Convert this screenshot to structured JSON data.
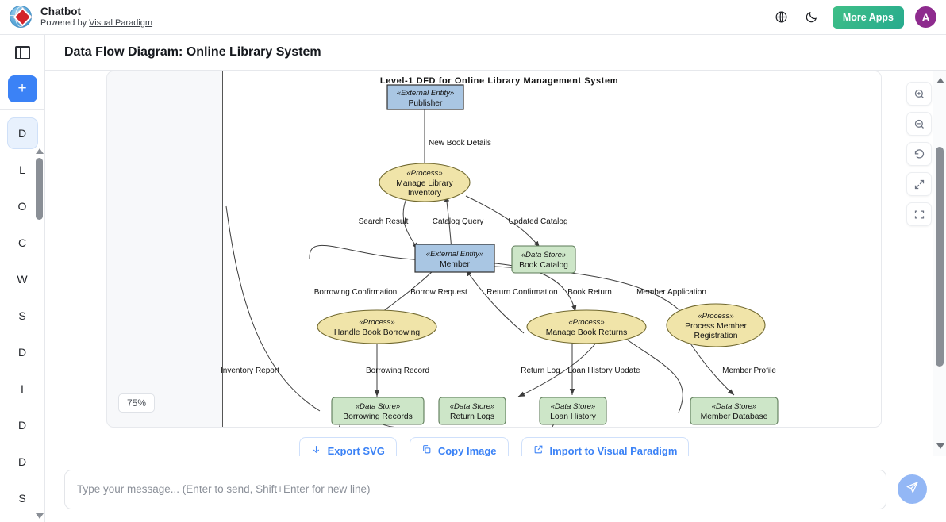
{
  "app": {
    "title": "Chatbot",
    "powered_prefix": "Powered by ",
    "powered_link": "Visual Paradigm",
    "logo_icon": "visual-paradigm-globe-logo",
    "avatar_initial": "A"
  },
  "topbar": {
    "language_icon": "globe-icon",
    "theme_icon": "moon-icon",
    "more_apps_label": "More Apps",
    "accent_green": "#2fb489",
    "avatar_color": "#8e2b8e"
  },
  "rail": {
    "panel_toggle_icon": "panel-toggle-icon",
    "new_chat_label": "+",
    "items": [
      {
        "label": "D",
        "active": true
      },
      {
        "label": "L",
        "active": false
      },
      {
        "label": "O",
        "active": false
      },
      {
        "label": "C",
        "active": false
      },
      {
        "label": "W",
        "active": false
      },
      {
        "label": "S",
        "active": false
      },
      {
        "label": "D",
        "active": false
      },
      {
        "label": "I",
        "active": false
      },
      {
        "label": "D",
        "active": false
      },
      {
        "label": "D",
        "active": false
      },
      {
        "label": "S",
        "active": false
      }
    ]
  },
  "page": {
    "title": "Data Flow Diagram: Online Library System",
    "zoom_level": "75%"
  },
  "tools": [
    {
      "name": "zoom-in-icon",
      "label": "Zoom In"
    },
    {
      "name": "zoom-out-icon",
      "label": "Zoom Out"
    },
    {
      "name": "reset-icon",
      "label": "Reset"
    },
    {
      "name": "fit-screen-icon",
      "label": "Fit to Screen"
    },
    {
      "name": "fullscreen-icon",
      "label": "Fullscreen"
    }
  ],
  "actions": [
    {
      "icon": "download-icon",
      "label": "Export SVG"
    },
    {
      "icon": "copy-icon",
      "label": "Copy Image"
    },
    {
      "icon": "external-link-icon",
      "label": "Import to Visual Paradigm"
    }
  ],
  "composer": {
    "placeholder": "Type your message... (Enter to send, Shift+Enter for new line)",
    "send_icon": "send-paper-plane-icon"
  },
  "diagram": {
    "title": "Level-1 DFD for Online Library Management System",
    "colors": {
      "external_entity": "#a9c6e3",
      "process": "#f0e4a9",
      "data_store": "#cde6c8"
    },
    "nodes": [
      {
        "id": "publisher",
        "stereotype": "«External Entity»",
        "name": "Publisher",
        "type": "external-entity"
      },
      {
        "id": "member",
        "stereotype": "«External Entity»",
        "name": "Member",
        "type": "external-entity"
      },
      {
        "id": "inventory",
        "stereotype": "«Process»",
        "name": "Manage Library Inventory",
        "type": "process"
      },
      {
        "id": "borrowing",
        "stereotype": "«Process»",
        "name": "Handle Book Borrowing",
        "type": "process"
      },
      {
        "id": "returns",
        "stereotype": "«Process»",
        "name": "Manage Book Returns",
        "type": "process"
      },
      {
        "id": "registration",
        "stereotype": "«Process»",
        "name": "Process Member Registration",
        "type": "process"
      },
      {
        "id": "catalog",
        "stereotype": "«Data Store»",
        "name": "Book Catalog",
        "type": "data-store"
      },
      {
        "id": "borrow_rec",
        "stereotype": "«Data Store»",
        "name": "Borrowing Records",
        "type": "data-store"
      },
      {
        "id": "return_logs",
        "stereotype": "«Data Store»",
        "name": "Return Logs",
        "type": "data-store"
      },
      {
        "id": "loan_hist",
        "stereotype": "«Data Store»",
        "name": "Loan History",
        "type": "data-store"
      },
      {
        "id": "member_db",
        "stereotype": "«Data Store»",
        "name": "Member Database",
        "type": "data-store"
      }
    ],
    "flows": [
      {
        "label": "New Book Details",
        "from": "publisher",
        "to": "inventory"
      },
      {
        "label": "Search Result",
        "from": "inventory",
        "to": "member"
      },
      {
        "label": "Catalog Query",
        "from": "member",
        "to": "inventory"
      },
      {
        "label": "Updated Catalog",
        "from": "inventory",
        "to": "catalog"
      },
      {
        "label": "Borrowing Confirmation",
        "from": "borrowing",
        "to": "member"
      },
      {
        "label": "Borrow Request",
        "from": "member",
        "to": "borrowing"
      },
      {
        "label": "Return Confirmation",
        "from": "returns",
        "to": "member"
      },
      {
        "label": "Book Return",
        "from": "member",
        "to": "returns"
      },
      {
        "label": "Member Application",
        "from": "member",
        "to": "registration"
      },
      {
        "label": "Inventory Report",
        "from": "inventory",
        "to": "borrow_rec"
      },
      {
        "label": "Borrowing Record",
        "from": "borrowing",
        "to": "borrow_rec"
      },
      {
        "label": "Return Log",
        "from": "returns",
        "to": "return_logs"
      },
      {
        "label": "Loan History Update",
        "from": "returns",
        "to": "loan_hist"
      },
      {
        "label": "Member Profile",
        "from": "registration",
        "to": "member_db"
      }
    ]
  }
}
